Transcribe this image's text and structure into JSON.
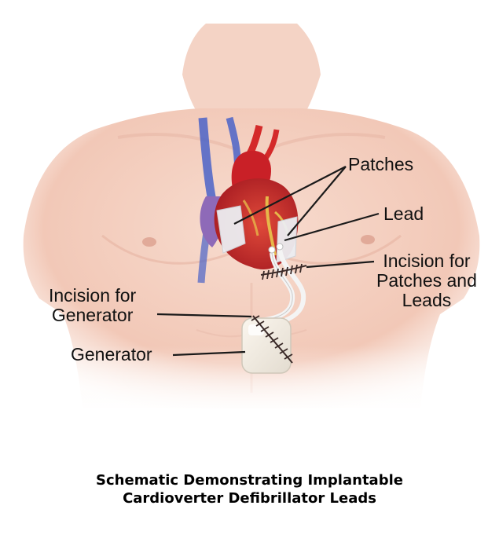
{
  "labels": {
    "patches": "Patches",
    "lead": "Lead",
    "incision_patches_line1": "Incision for",
    "incision_patches_line2": "Patches and",
    "incision_patches_line3": "Leads",
    "incision_generator_line1": "Incision for",
    "incision_generator_line2": "Generator",
    "generator": "Generator"
  },
  "caption": {
    "line1": "Schematic Demonstrating Implantable",
    "line2": "Cardioverter Defibrillator Leads"
  },
  "colors": {
    "skin": "#f3cfc0",
    "heart": "#c8262a",
    "aorta": "#d42a2a",
    "vein": "#4a63c8",
    "patch": "#e9ebef",
    "incision": "#3a2a28",
    "pointer": "#1a1a1a"
  }
}
